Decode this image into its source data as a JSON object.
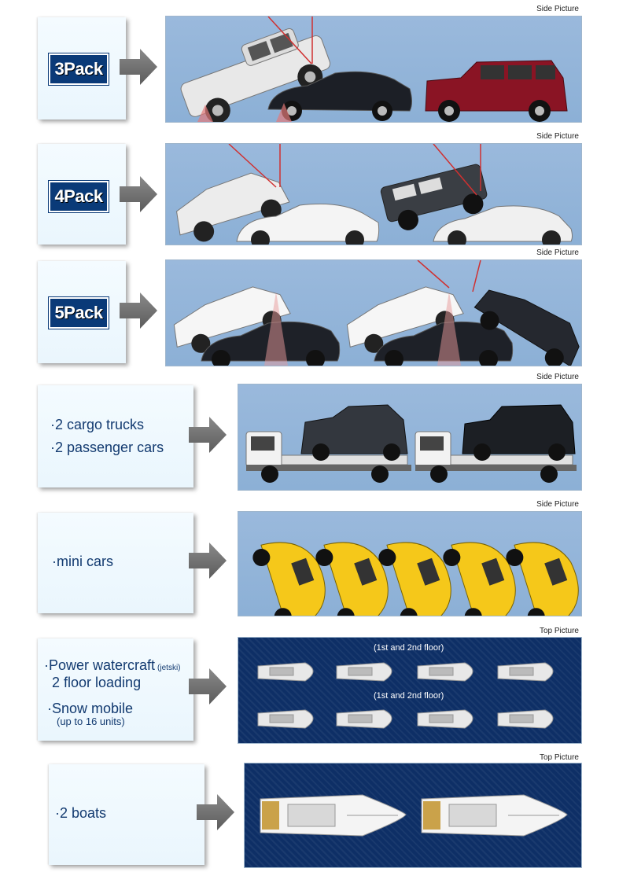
{
  "sections": [
    {
      "badge": "3Pack",
      "picture_label": "Side Picture"
    },
    {
      "badge": "4Pack",
      "picture_label": "Side Picture"
    },
    {
      "badge": "5Pack",
      "picture_label": "Side Picture"
    },
    {
      "lines": [
        "·2 cargo trucks",
        "·2 passenger cars"
      ],
      "picture_label": "Side Picture"
    },
    {
      "lines": [
        "·mini cars"
      ],
      "picture_label": "Side Picture"
    },
    {
      "line1": "·Power watercraft",
      "line1_note": "(jetski)",
      "line2": "2 floor loading",
      "line3": "·Snow mobile",
      "line4": "(up to 16 units)",
      "picture_label": "Top Picture",
      "floor_notes": [
        "(1st and 2nd floor)",
        "(1st and 2nd floor)"
      ]
    },
    {
      "lines": [
        "·2 boats"
      ],
      "picture_label": "Top Picture"
    }
  ],
  "colors": {
    "badge_bg": "#0a3a78",
    "text": "#123a70",
    "sky": "#8cb0d6",
    "sea": "#0e2f66",
    "arrow": "#6e6e6e"
  }
}
